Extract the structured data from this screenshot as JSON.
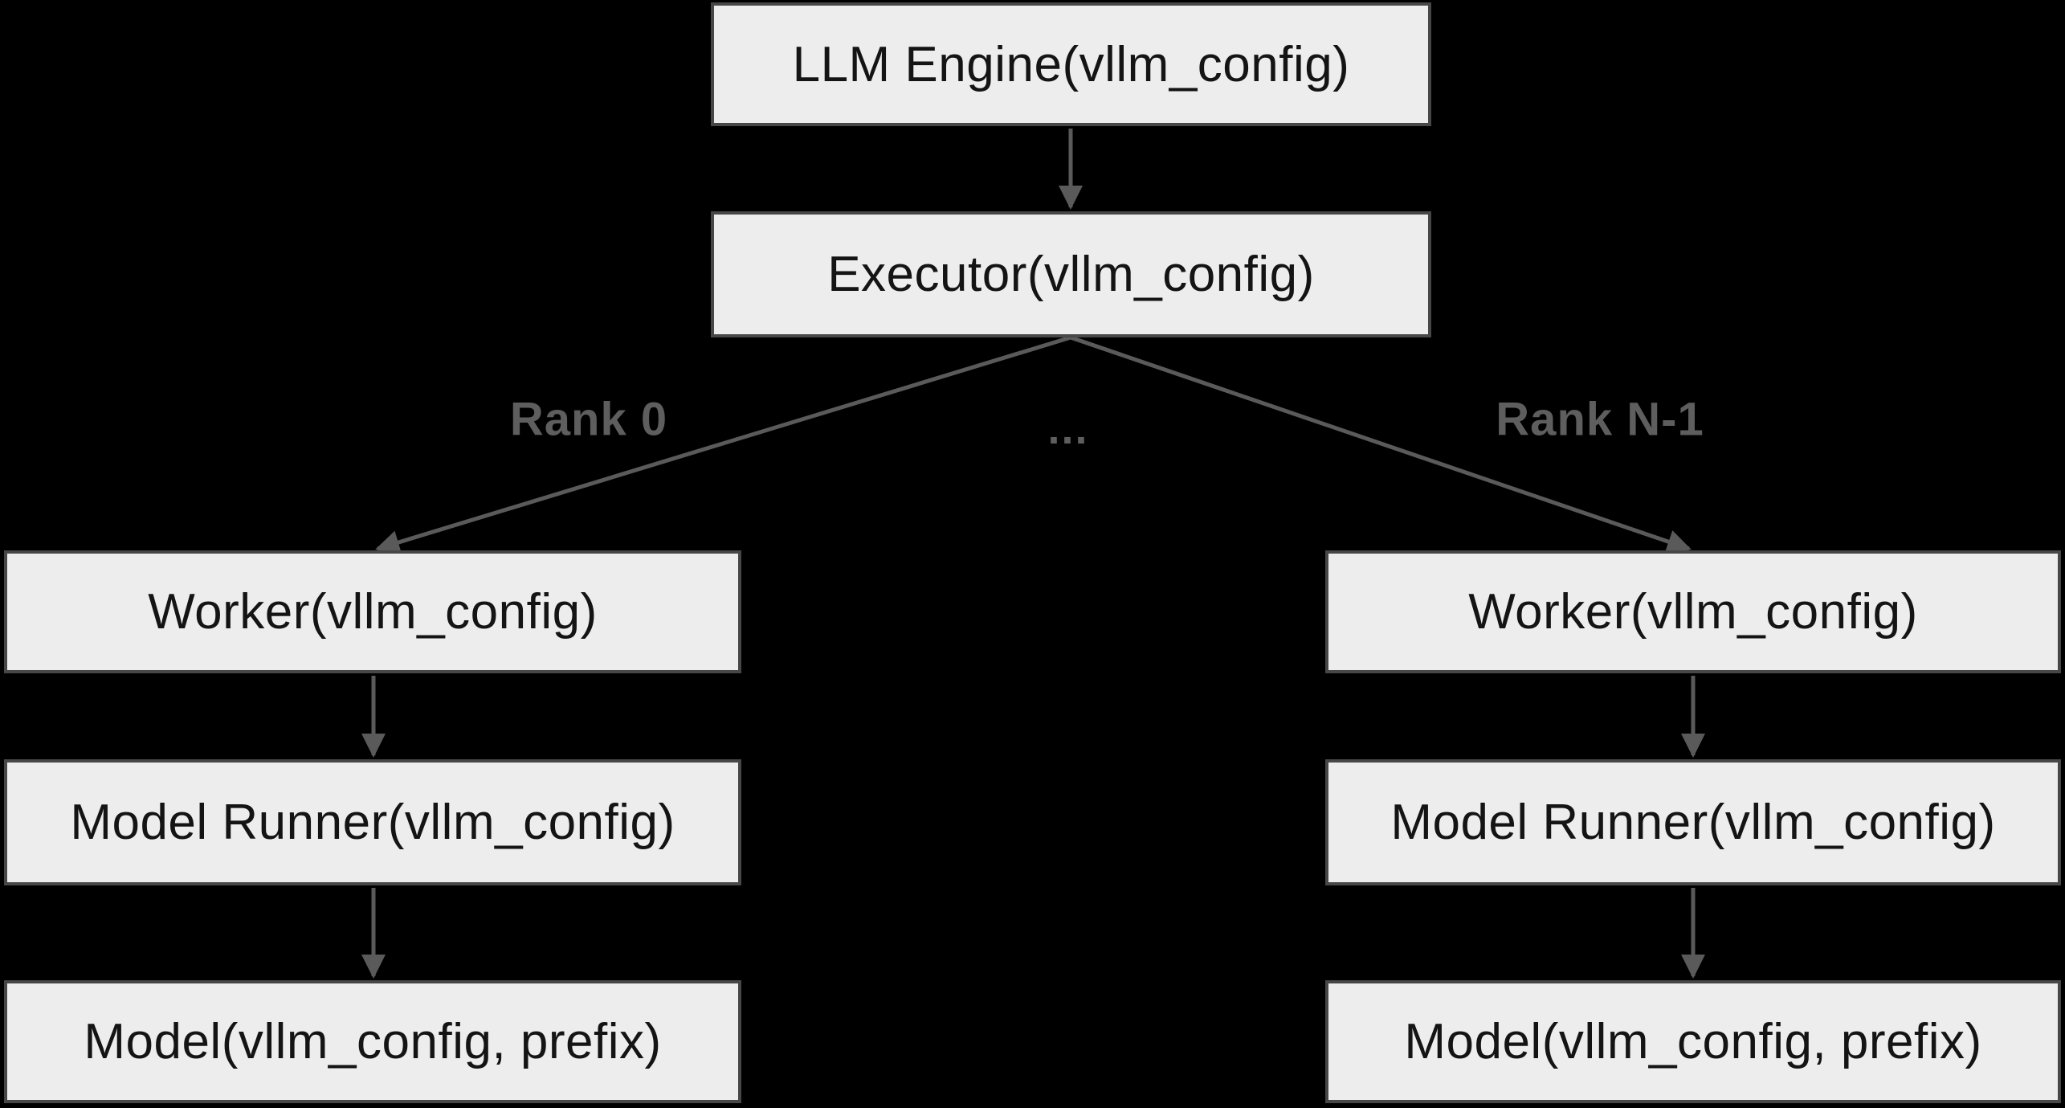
{
  "colors": {
    "background": "#000000",
    "node_fill": "#ededed",
    "node_border": "#474747",
    "node_text": "#141414",
    "arrow": "#5a5a5a",
    "edge_label_text": "#5e5e5e"
  },
  "nodes": {
    "llm_engine": {
      "label": "LLM Engine(vllm_config)"
    },
    "executor": {
      "label": "Executor(vllm_config)"
    },
    "worker_left": {
      "label": "Worker(vllm_config)"
    },
    "model_runner_left": {
      "label": "Model Runner(vllm_config)"
    },
    "model_left": {
      "label": "Model(vllm_config, prefix)"
    },
    "worker_right": {
      "label": "Worker(vllm_config)"
    },
    "model_runner_right": {
      "label": "Model Runner(vllm_config)"
    },
    "model_right": {
      "label": "Model(vllm_config, prefix)"
    }
  },
  "edge_labels": {
    "rank_0": "Rank 0",
    "ellipsis": "...",
    "rank_n_minus_1": "Rank N-1"
  }
}
